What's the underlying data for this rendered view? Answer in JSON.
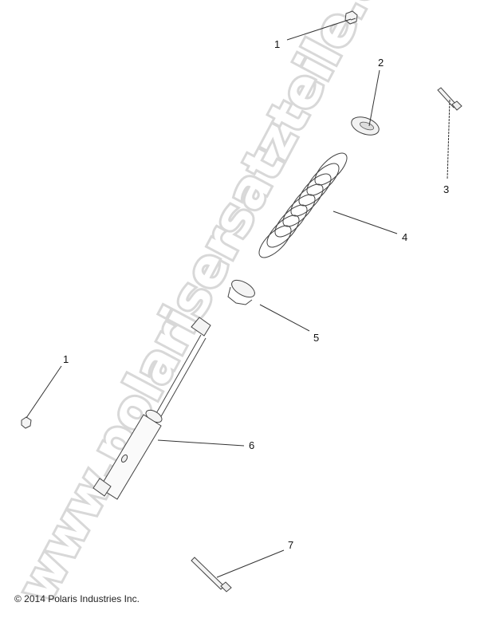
{
  "diagram": {
    "type": "exploded-parts-diagram",
    "subject": "rear shock absorber assembly",
    "watermark": "www.polarisersatzteile.de",
    "copyright": "© 2014 Polaris Industries Inc.",
    "callouts": [
      {
        "label": "1",
        "part": "nut (upper)"
      },
      {
        "label": "2",
        "part": "spring retainer"
      },
      {
        "label": "3",
        "part": "bolt (upper)"
      },
      {
        "label": "4",
        "part": "coil spring"
      },
      {
        "label": "5",
        "part": "spring seat / adjuster"
      },
      {
        "label": "6",
        "part": "shock absorber body"
      },
      {
        "label": "1",
        "part": "nut (lower)"
      },
      {
        "label": "7",
        "part": "bolt (lower)"
      }
    ]
  }
}
